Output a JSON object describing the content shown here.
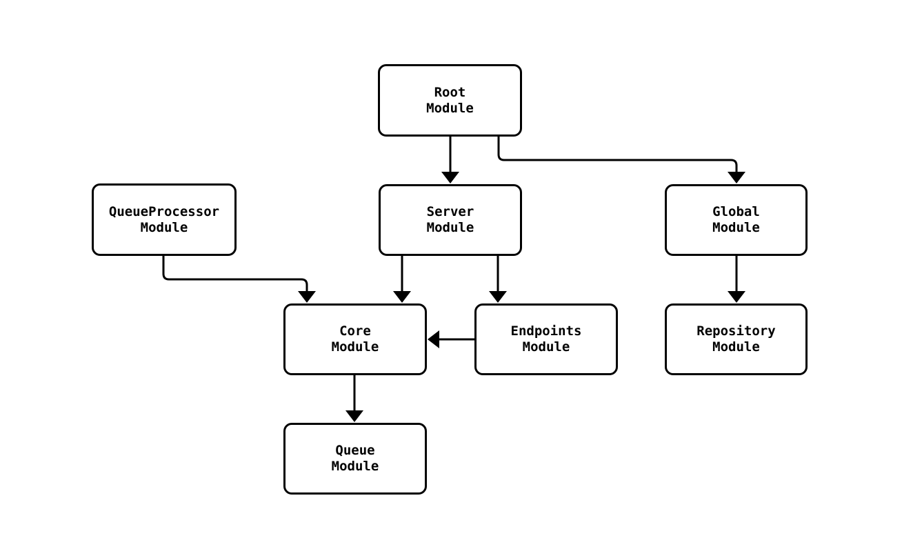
{
  "diagram": {
    "type": "module-dependency-graph",
    "colors": {
      "background": "#ffffff",
      "node_fill": "#ffffff",
      "node_stroke": "#000000",
      "edge_stroke": "#000000",
      "text": "#000000"
    },
    "nodes": [
      {
        "id": "root-module",
        "line1": "Root",
        "line2": "Module"
      },
      {
        "id": "queueprocessor-module",
        "line1": "QueueProcessor",
        "line2": "Module"
      },
      {
        "id": "server-module",
        "line1": "Server",
        "line2": "Module"
      },
      {
        "id": "global-module",
        "line1": "Global",
        "line2": "Module"
      },
      {
        "id": "core-module",
        "line1": "Core",
        "line2": "Module"
      },
      {
        "id": "endpoints-module",
        "line1": "Endpoints",
        "line2": "Module"
      },
      {
        "id": "repository-module",
        "line1": "Repository",
        "line2": "Module"
      },
      {
        "id": "queue-module",
        "line1": "Queue",
        "line2": "Module"
      }
    ],
    "edges": [
      {
        "from": "root-module",
        "to": "server-module"
      },
      {
        "from": "root-module",
        "to": "global-module"
      },
      {
        "from": "queueprocessor-module",
        "to": "core-module"
      },
      {
        "from": "server-module",
        "to": "core-module"
      },
      {
        "from": "server-module",
        "to": "endpoints-module"
      },
      {
        "from": "endpoints-module",
        "to": "core-module"
      },
      {
        "from": "global-module",
        "to": "repository-module"
      },
      {
        "from": "core-module",
        "to": "queue-module"
      }
    ]
  }
}
